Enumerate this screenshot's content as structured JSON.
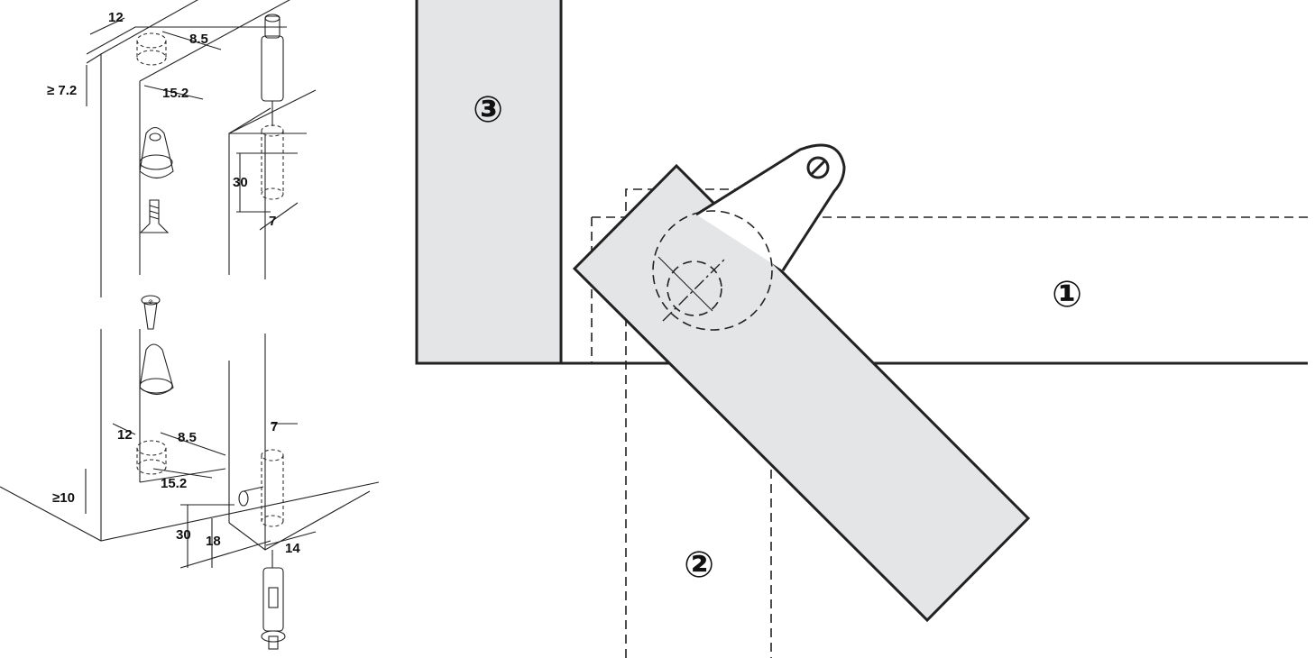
{
  "left_figure": {
    "dims_top": [
      "12",
      "8.5",
      "≥ 7.2",
      "15.2",
      "30",
      "7"
    ],
    "dims_bottom": [
      "12",
      "8.5",
      "≥10",
      "15.2",
      "7",
      "30",
      "18",
      "14"
    ],
    "screw_head_mark": "⊘"
  },
  "right_figure": {
    "callouts": [
      "①",
      "②",
      "③"
    ],
    "colors": {
      "panel_fill": "#e4e5e7",
      "line": "#222222"
    }
  }
}
